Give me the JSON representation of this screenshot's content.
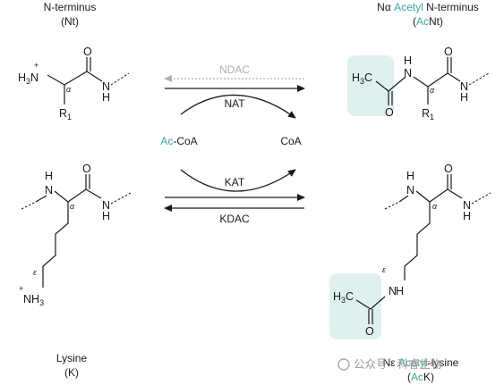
{
  "top_left": {
    "title": "N-terminus",
    "abbr": "(Nt)"
  },
  "top_right": {
    "title_prefix": "Nα ",
    "title_teal": "Acetyl",
    "title_suffix": " N-terminus",
    "abbr_open": "(",
    "abbr_teal": "Ac",
    "abbr_rest": "Nt)"
  },
  "bottom_left": {
    "title": "Lysine",
    "abbr": "(K)"
  },
  "bottom_right": {
    "title_prefix": "Nε ",
    "title_teal": "Acetyl",
    "title_suffix": "-lysine",
    "abbr_open": "(",
    "abbr_teal": "Ac",
    "abbr_rest": "K)"
  },
  "arrows": {
    "ndac": "NDAC",
    "nat": "NAT",
    "kat": "KAT",
    "kdac": "KDAC"
  },
  "cofactors": {
    "acetyl_teal": "Ac",
    "acetyl_rest": "-CoA",
    "coa": "CoA"
  },
  "atoms": {
    "n": "N",
    "h": "H",
    "o": "O",
    "r": "R",
    "r_sub": "1",
    "h3": "H",
    "h3_sub": "3",
    "c": "C",
    "plus": "+",
    "nh3_n": "NH",
    "nh3_sub": "3",
    "alpha": "α",
    "epsilon": "ε"
  },
  "watermark": "公众号 · 科睿生物",
  "colors": {
    "teal": "#3aa69a",
    "highlight": "#dff1ee",
    "grey": "#b0b0b0"
  }
}
